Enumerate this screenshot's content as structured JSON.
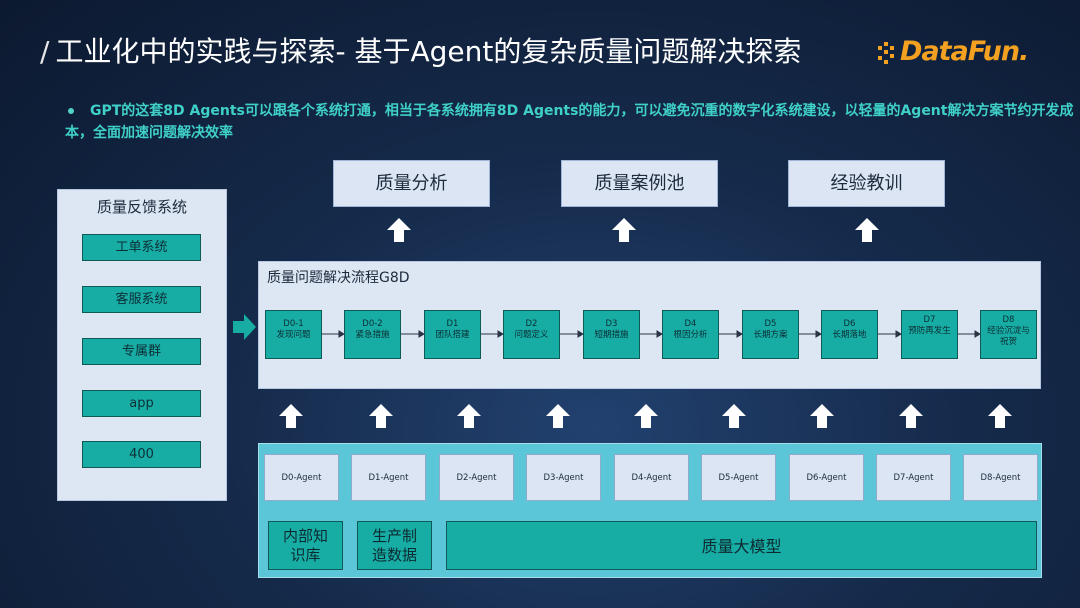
{
  "title": "工业化中的实践与探索- 基于Agent的复杂质量问题解决探索",
  "title_prefix": "/",
  "logo": "DataFun.",
  "bullet": "GPT的这套8D Agents可以跟各个系统打通，相当于各系统拥有8D Agents的能力，可以避免沉重的数字化系统建设，以轻量的Agent解决方案节约开发成本，全面加速问题解决效率",
  "feedback": {
    "heading": "质量反馈系统",
    "items": [
      "工单系统",
      "客服系统",
      "专属群",
      "app",
      "400"
    ]
  },
  "outputs": [
    "质量分析",
    "质量案例池",
    "经验教训"
  ],
  "flow": {
    "heading": "质量问题解决流程G8D",
    "steps": [
      {
        "code": "D0-1",
        "name": "发现问题"
      },
      {
        "code": "D0-2",
        "name": "紧急措施"
      },
      {
        "code": "D1",
        "name": "团队搭建"
      },
      {
        "code": "D2",
        "name": "问题定义"
      },
      {
        "code": "D3",
        "name": "短期措施"
      },
      {
        "code": "D4",
        "name": "根因分析"
      },
      {
        "code": "D5",
        "name": "长期方案"
      },
      {
        "code": "D6",
        "name": "长期落地"
      },
      {
        "code": "D7",
        "name": "预防再发生"
      },
      {
        "code": "D8",
        "name": "经验沉淀与祝贺"
      }
    ]
  },
  "agents": [
    "D0-Agent",
    "D1-Agent",
    "D2-Agent",
    "D3-Agent",
    "D4-Agent",
    "D5-Agent",
    "D6-Agent",
    "D7-Agent",
    "D8-Agent"
  ],
  "knowledge": {
    "internal": "内部知识库",
    "production": "生产制造数据",
    "model": "质量大模型"
  },
  "colors": {
    "teal": "#17ada5",
    "panel": "#dde6f3",
    "agent_bg": "#5bc6d8",
    "bullet_text": "#3fd0c8",
    "logo": "#f4a020"
  }
}
